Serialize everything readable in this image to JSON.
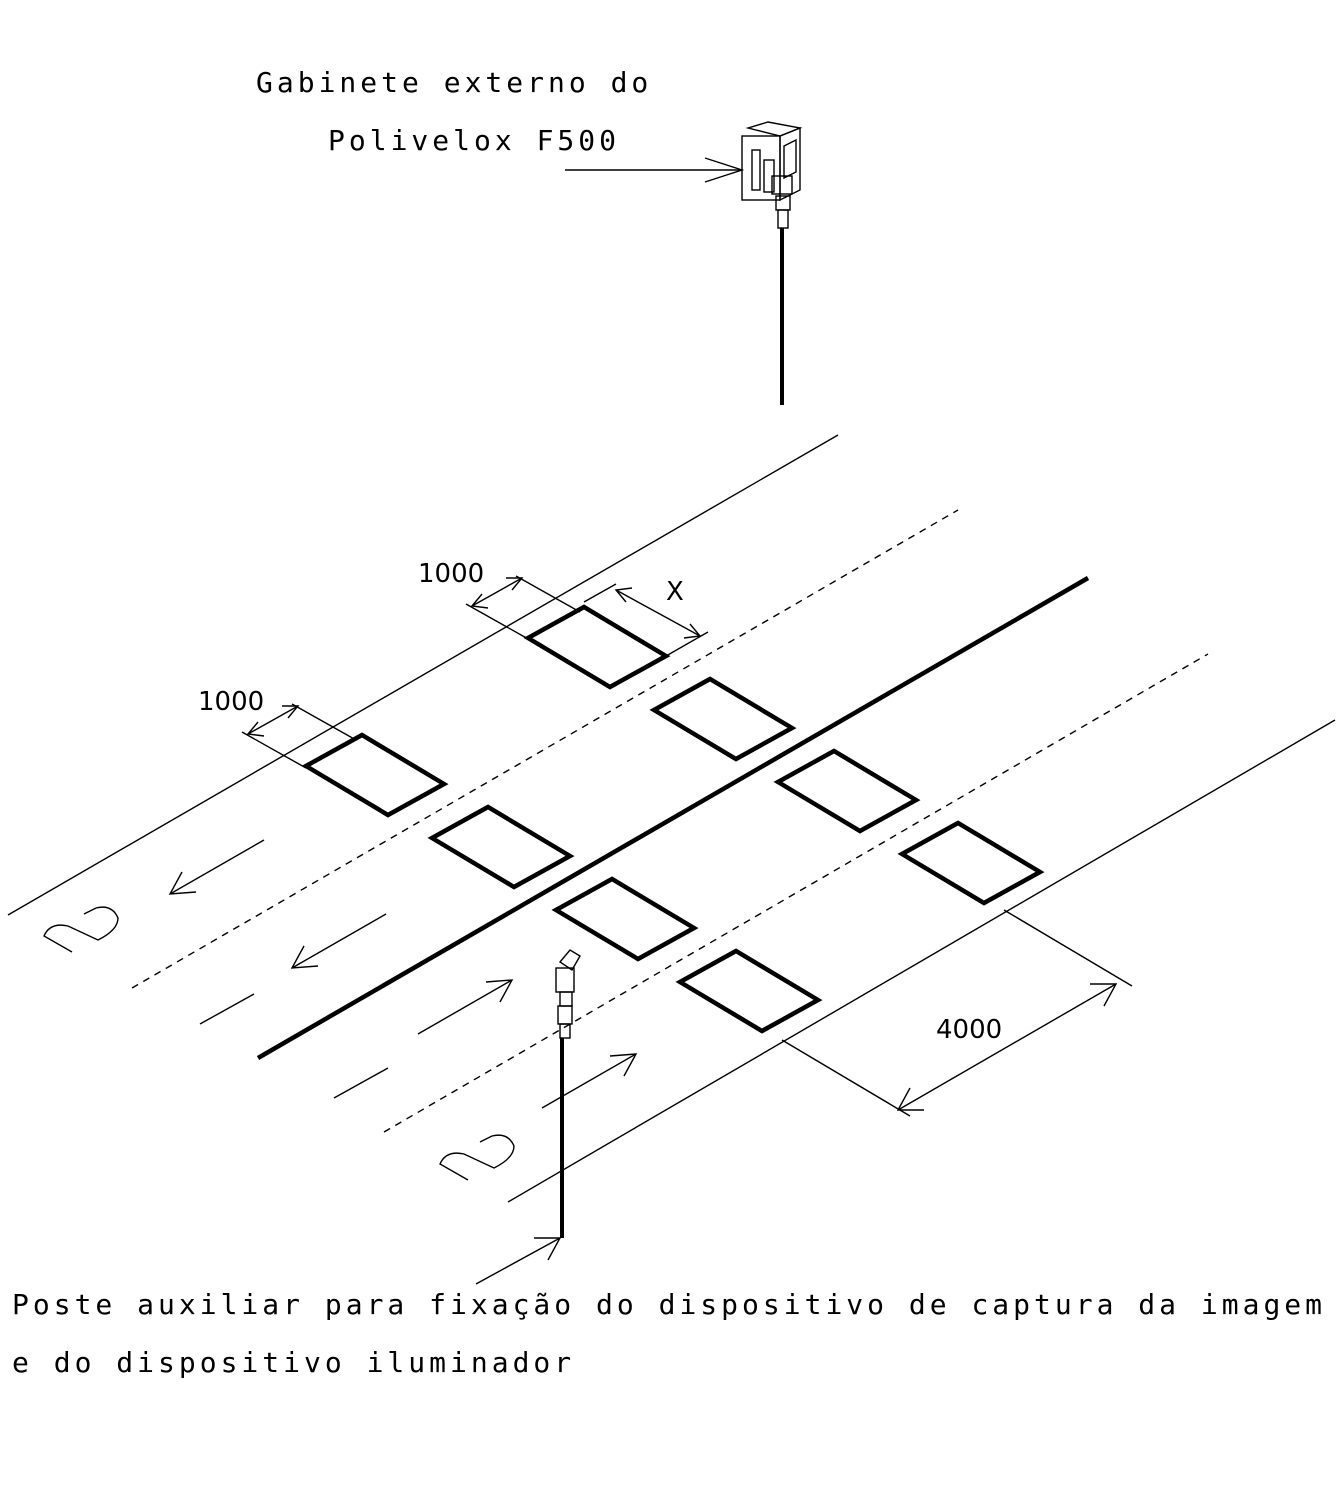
{
  "cabinet_label": {
    "line1": "Gabinete externo do",
    "line2": "Polivelox F500"
  },
  "pole_label": {
    "line1": "Poste auxiliar para fixação do dispositivo de captura da imagem",
    "line2": "e do dispositivo iluminador"
  },
  "dimensions": {
    "loop_width_top": "1000",
    "loop_width_left": "1000",
    "loop_spacing": "X",
    "lane_width": "4000"
  },
  "lane_numbers": {
    "upper": "2",
    "lower": "2"
  }
}
